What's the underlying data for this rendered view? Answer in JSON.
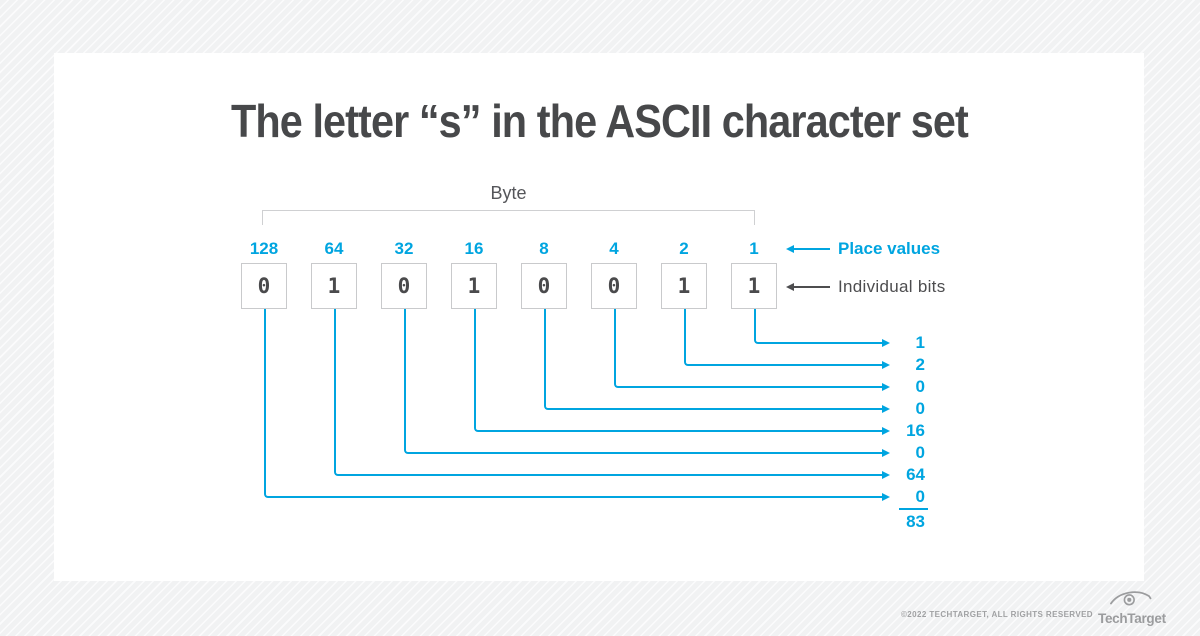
{
  "title": "The letter “s” in the ASCII character set",
  "byte_label": "Byte",
  "labels": {
    "place_values": "Place values",
    "individual_bits": "Individual bits"
  },
  "columns": [
    {
      "place": "128",
      "bit": "0",
      "contribution": "0"
    },
    {
      "place": "64",
      "bit": "1",
      "contribution": "64"
    },
    {
      "place": "32",
      "bit": "0",
      "contribution": "0"
    },
    {
      "place": "16",
      "bit": "1",
      "contribution": "16"
    },
    {
      "place": "8",
      "bit": "0",
      "contribution": "0"
    },
    {
      "place": "4",
      "bit": "0",
      "contribution": "0"
    },
    {
      "place": "2",
      "bit": "1",
      "contribution": "2"
    },
    {
      "place": "1",
      "bit": "1",
      "contribution": "1"
    }
  ],
  "sum": "83",
  "footer": {
    "copyright": "©2022 TECHTARGET, ALL RIGHTS RESERVED",
    "brand": "TechTarget"
  },
  "colors": {
    "accent": "#00a5e0",
    "text_dark": "#4d4d4f"
  }
}
